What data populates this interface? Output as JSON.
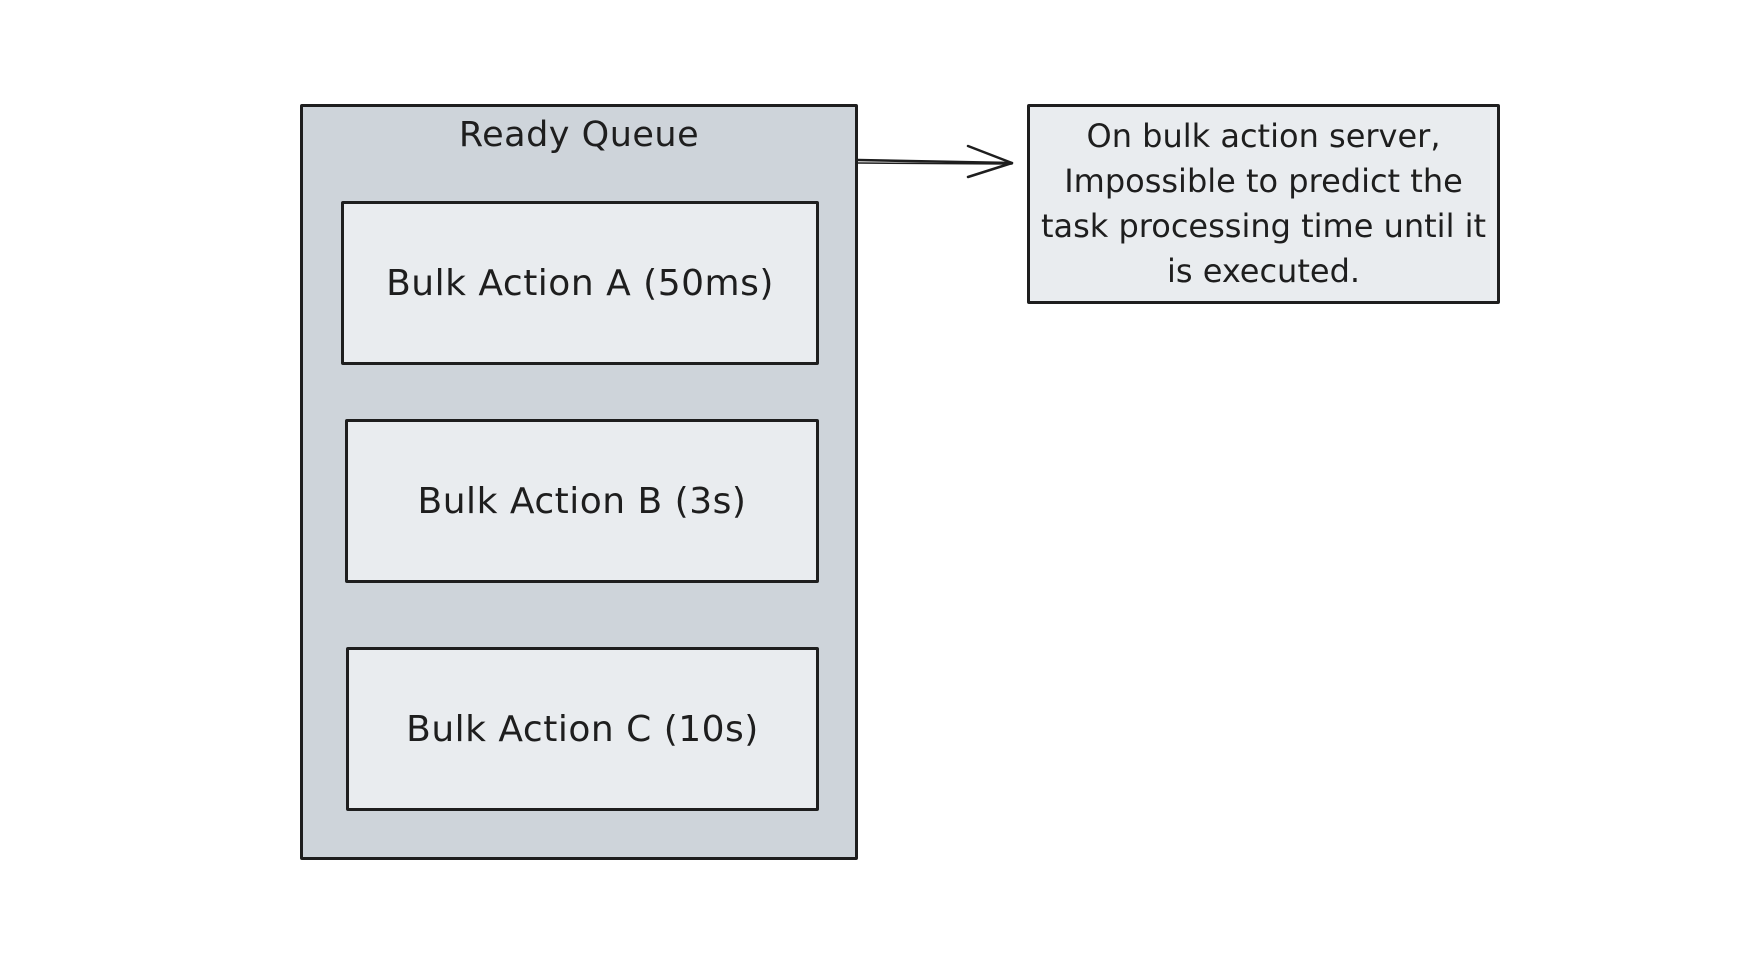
{
  "queue": {
    "title": "Ready Queue",
    "tasks": [
      {
        "label": "Bulk Action A (50ms)"
      },
      {
        "label": "Bulk Action B (3s)"
      },
      {
        "label": "Bulk Action C (10s)"
      }
    ]
  },
  "note": {
    "text": "On bulk action server, Impossible to predict the task processing time until it is executed."
  },
  "colors": {
    "queue_fill": "#ced4da",
    "box_fill": "#e9ecef",
    "stroke": "#1e1e1e",
    "background": "#ffffff"
  }
}
